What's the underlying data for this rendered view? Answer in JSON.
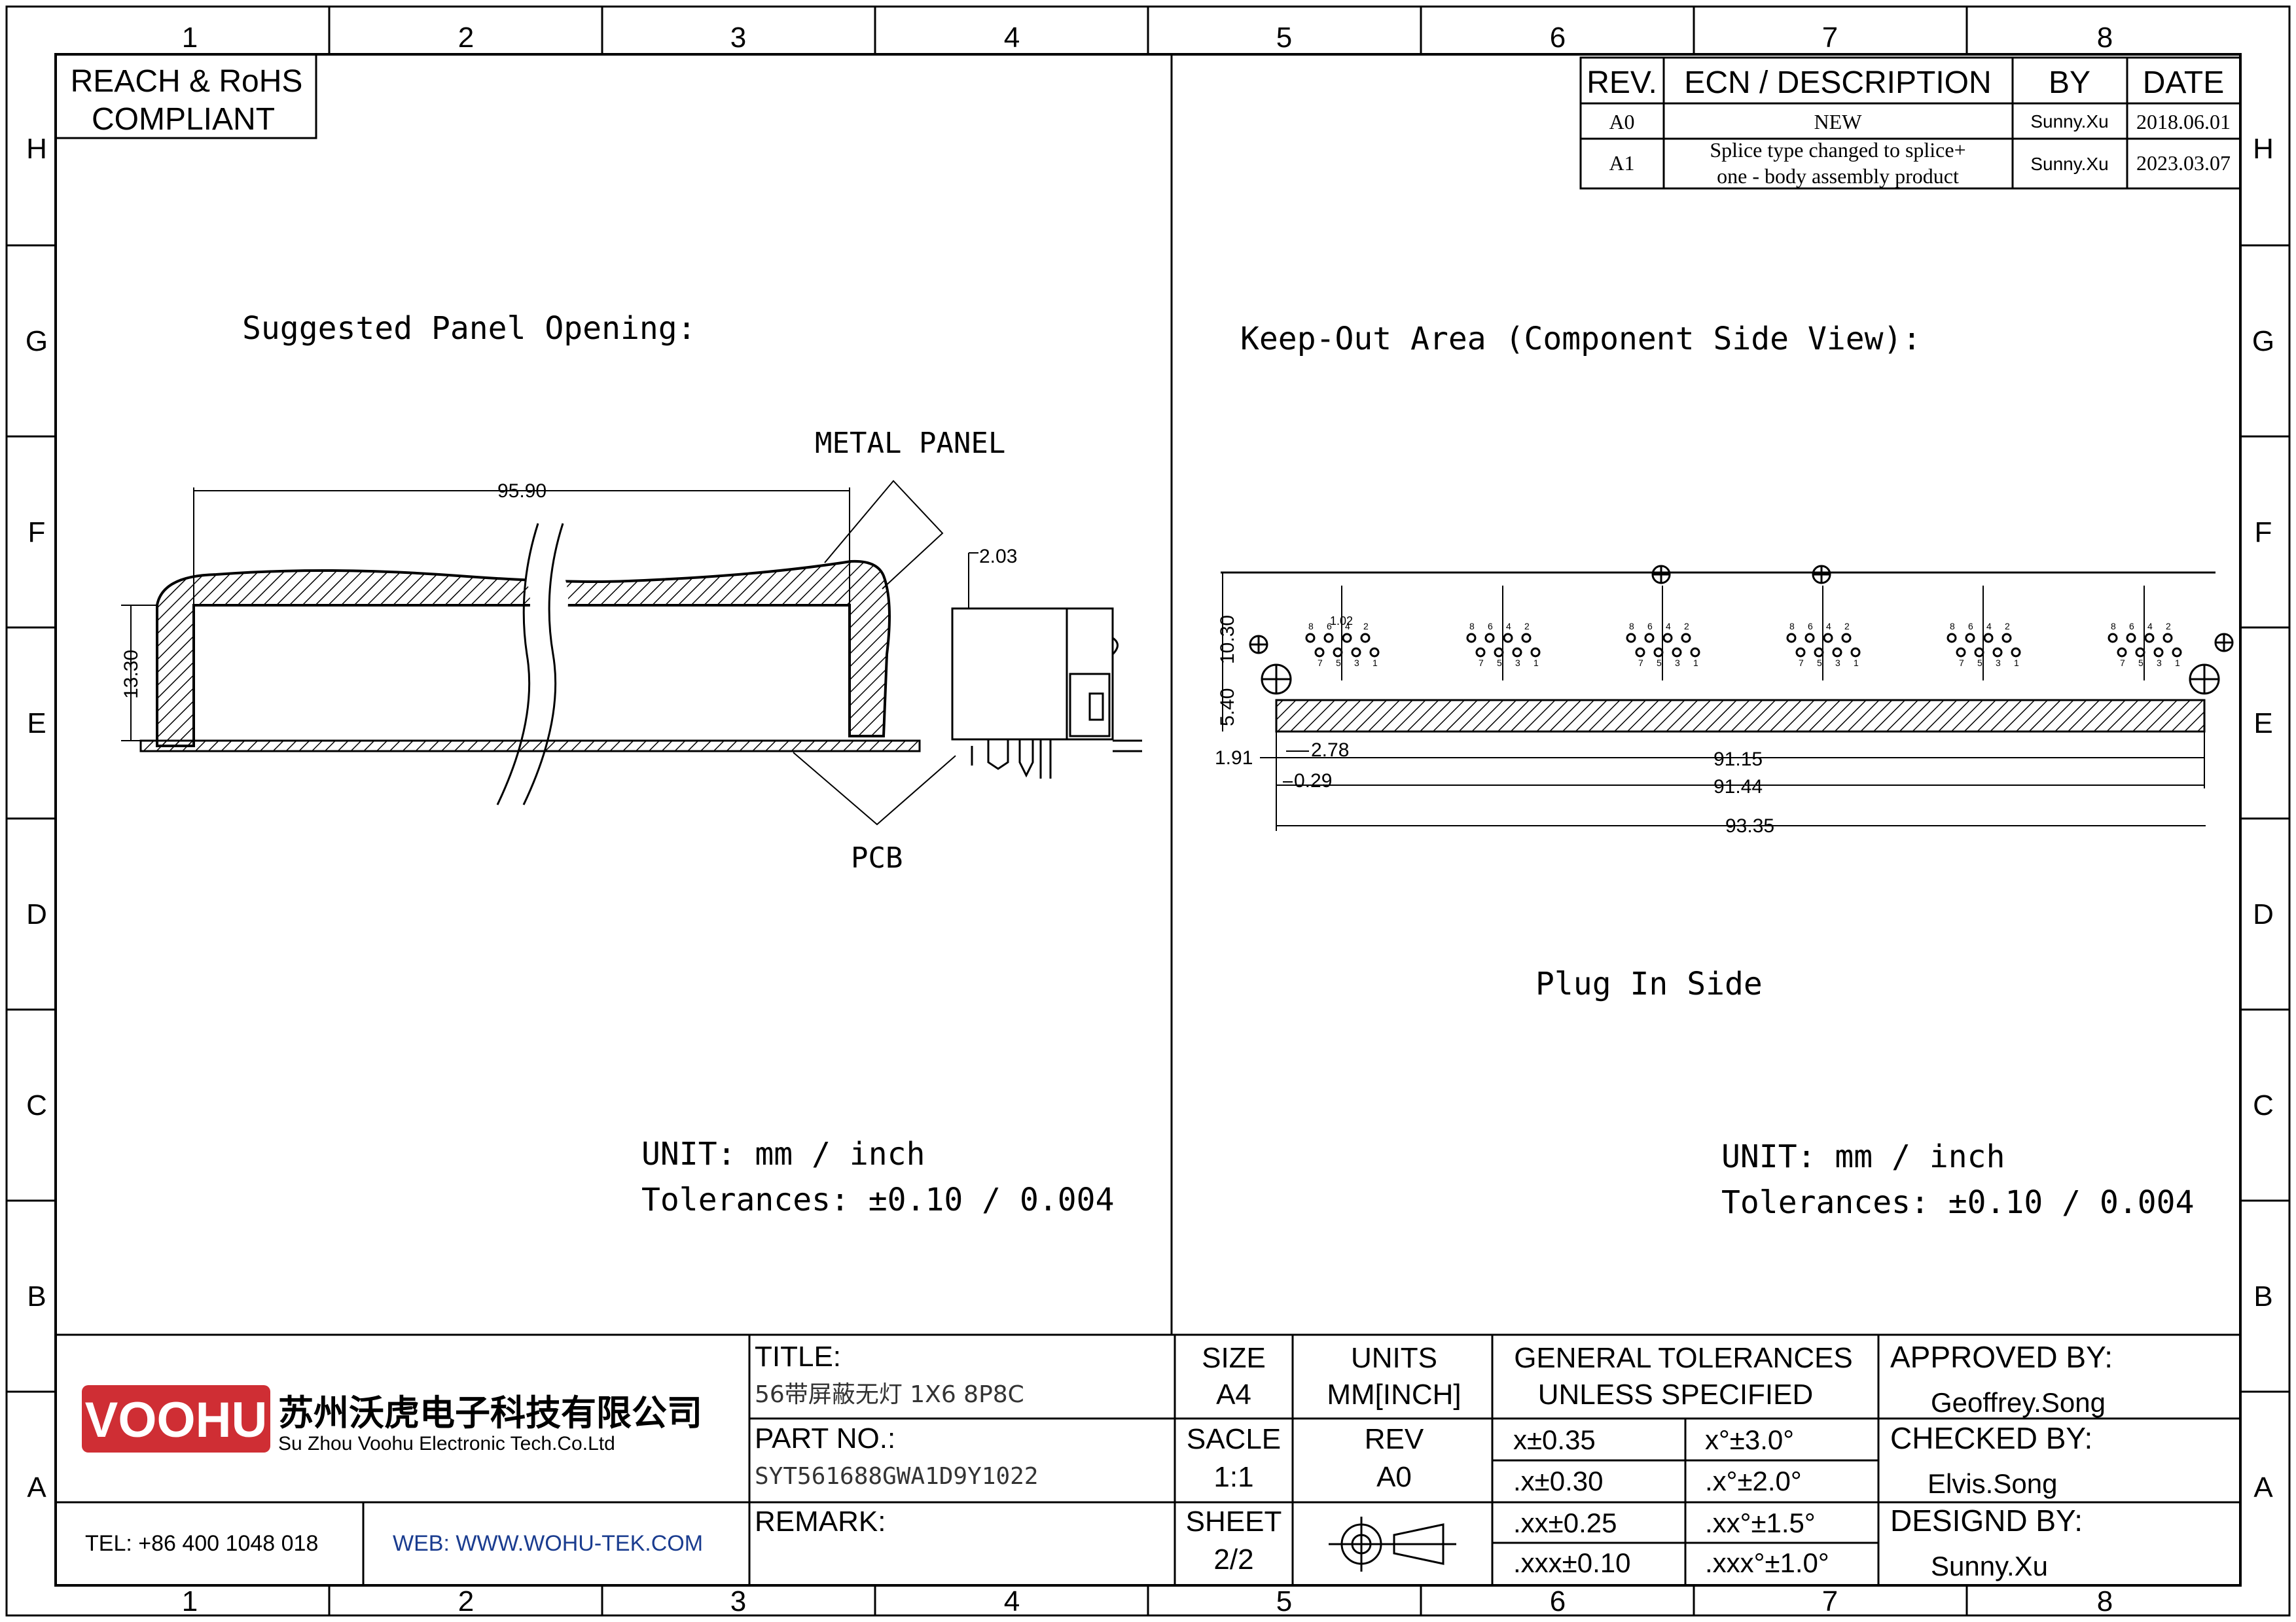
{
  "grid": {
    "columns": [
      "1",
      "2",
      "3",
      "4",
      "5",
      "6",
      "7",
      "8"
    ],
    "rows": [
      "H",
      "G",
      "F",
      "E",
      "D",
      "C",
      "B",
      "A"
    ]
  },
  "compliance": {
    "line1": "REACH & RoHS",
    "line2": "COMPLIANT"
  },
  "revision_table": {
    "headers": {
      "rev": "REV.",
      "desc": "ECN / DESCRIPTION",
      "by": "BY",
      "date": "DATE"
    },
    "rows": [
      {
        "rev": "A0",
        "desc1": "NEW",
        "desc2": "",
        "by": "Sunny.Xu",
        "date": "2018.06.01"
      },
      {
        "rev": "A1",
        "desc1": "Splice type changed to splice+",
        "desc2": "one - body assembly product",
        "by": "Sunny.Xu",
        "date": "2023.03.07"
      }
    ]
  },
  "left_view": {
    "title": "Suggested Panel Opening:",
    "metal_panel_label": "METAL PANEL",
    "pcb_label": "PCB",
    "dims": {
      "width": "95.90",
      "height": "13.30",
      "panel": "2.03"
    },
    "unit": "UNIT: mm / inch",
    "tolerance": "Tolerances: ±0.10 / 0.004"
  },
  "right_view": {
    "title": "Keep-Out Area (Component Side View):",
    "plug_side": "Plug In Side",
    "pitch_dim": "1.02",
    "pin_top": [
      "8",
      "6",
      "4",
      "2"
    ],
    "pin_bottom": [
      "7",
      "5",
      "3",
      "1"
    ],
    "dims": {
      "d1030": "10.30",
      "d540": "5.40",
      "d191": "1.91",
      "d278": "2.78",
      "d029": "0.29",
      "d9115": "91.15",
      "d9144": "91.44",
      "d9335": "93.35"
    },
    "unit": "UNIT: mm / inch",
    "tolerance": "Tolerances: ±0.10 / 0.004"
  },
  "title_block": {
    "logo_text": "VOOHU",
    "company_cn": "苏州沃虎电子科技有限公司",
    "company_en": "Su Zhou Voohu Electronic Tech.Co.Ltd",
    "tel": "TEL: +86 400 1048 018",
    "web": "WEB: WWW.WOHU-TEK.COM",
    "title_label": "TITLE:",
    "title_value": "56带屏蔽无灯 1X6 8P8C",
    "part_label": "PART NO.:",
    "part_value": "SYT561688GWA1D9Y1022",
    "remark_label": "REMARK:",
    "size_label": "SIZE",
    "size_value": "A4",
    "units_label": "UNITS",
    "units_value": "MM[INCH]",
    "scale_label": "SACLE",
    "scale_value": "1:1",
    "rev_label": "REV",
    "rev_value": "A0",
    "sheet_label": "SHEET",
    "sheet_value": "2/2",
    "gen_tol1": "GENERAL TOLERANCES",
    "gen_tol2": "UNLESS SPECIFIED",
    "tol": [
      {
        "lin": "x±0.35",
        "ang": "x°±3.0°"
      },
      {
        "lin": ".x±0.30",
        "ang": ".x°±2.0°"
      },
      {
        "lin": ".xx±0.25",
        "ang": ".xx°±1.5°"
      },
      {
        "lin": ".xxx±0.10",
        "ang": ".xxx°±1.0°"
      }
    ],
    "approved_label": "APPROVED BY:",
    "approved_value": "Geoffrey.Song",
    "checked_label": "CHECKED BY:",
    "checked_value": "Elvis.Song",
    "design_label": "DESIGND BY:",
    "design_value": "Sunny.Xu"
  }
}
